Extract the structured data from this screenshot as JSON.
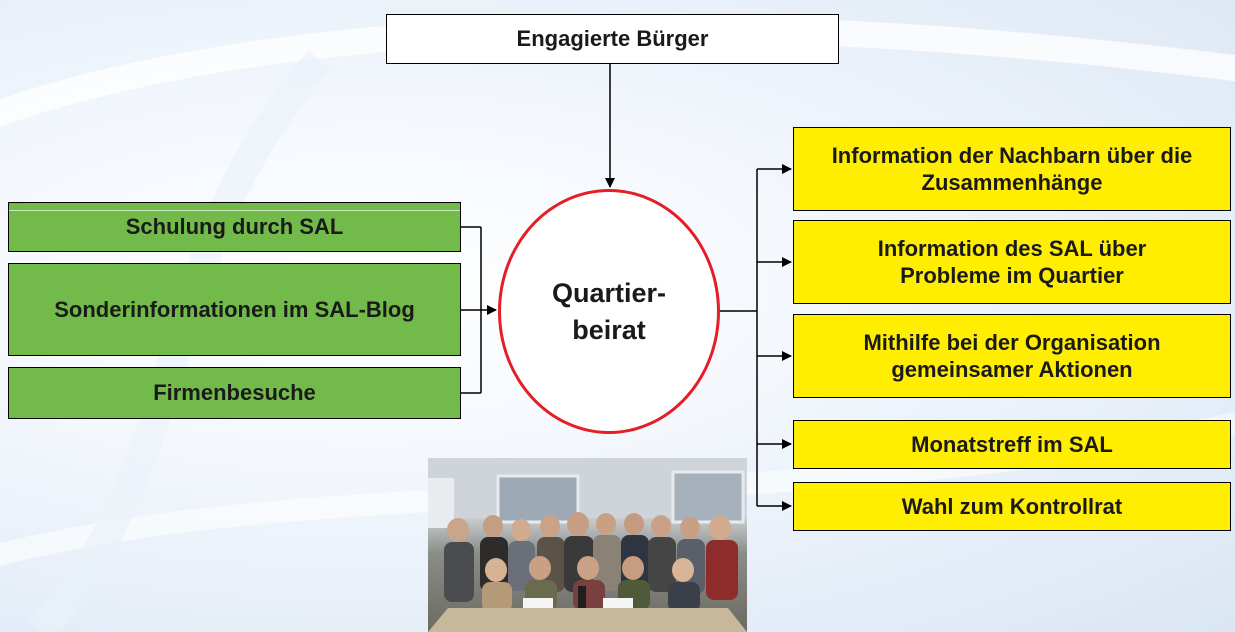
{
  "diagram": {
    "top_box": "Engagierte Bürger",
    "center": [
      "Quartier-",
      "beirat"
    ],
    "left_boxes": [
      "Schulung durch SAL",
      "Sonderinformationen im SAL-Blog",
      "Firmenbesuche"
    ],
    "right_boxes": [
      "Information der Nachbarn über die Zusammenhänge",
      "Information des SAL über Probleme im Quartier",
      "Mithilfe bei der Organisation gemeinsamer Aktionen",
      "Monatstreff im SAL",
      "Wahl zum Kontrollrat"
    ]
  },
  "photo": {
    "icon": "group-photo"
  },
  "colors": {
    "green": "#72bb4a",
    "yellow": "#ffee00",
    "circle_border": "#e41e26",
    "line": "#000000"
  }
}
